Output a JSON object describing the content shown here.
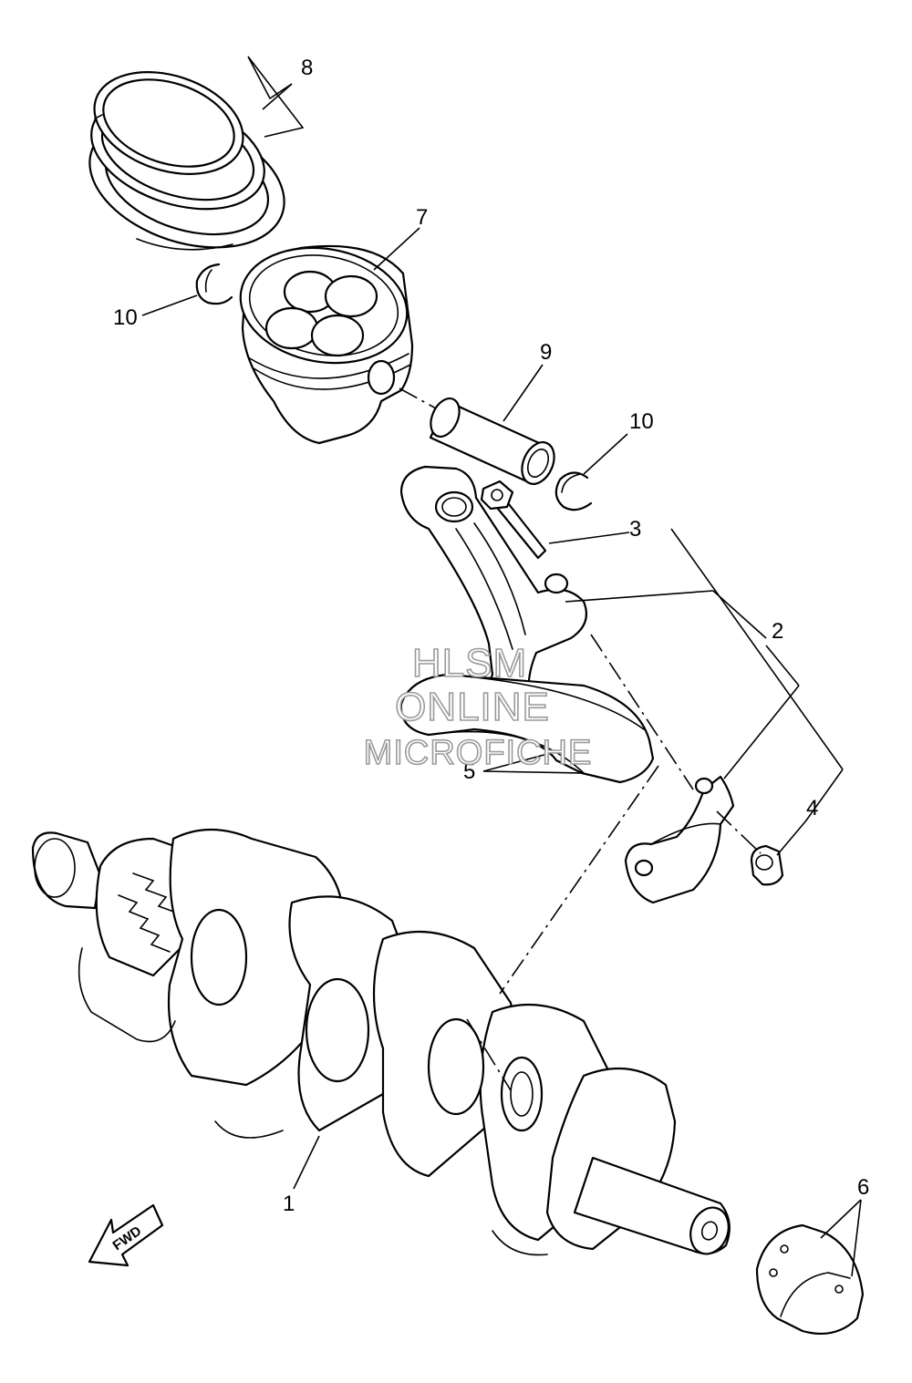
{
  "diagram": {
    "callouts": [
      {
        "id": "1",
        "label": "1"
      },
      {
        "id": "2",
        "label": "2"
      },
      {
        "id": "3",
        "label": "3"
      },
      {
        "id": "4",
        "label": "4"
      },
      {
        "id": "5",
        "label": "5"
      },
      {
        "id": "6",
        "label": "6"
      },
      {
        "id": "7",
        "label": "7"
      },
      {
        "id": "8",
        "label": "8"
      },
      {
        "id": "9",
        "label": "9"
      },
      {
        "id": "10a",
        "label": "10"
      },
      {
        "id": "10b",
        "label": "10"
      }
    ],
    "direction_arrow": {
      "label": "FWD"
    }
  },
  "watermark": {
    "line1": "HLSM",
    "line2": "ONLINE",
    "line3": "MICROFICHE"
  }
}
